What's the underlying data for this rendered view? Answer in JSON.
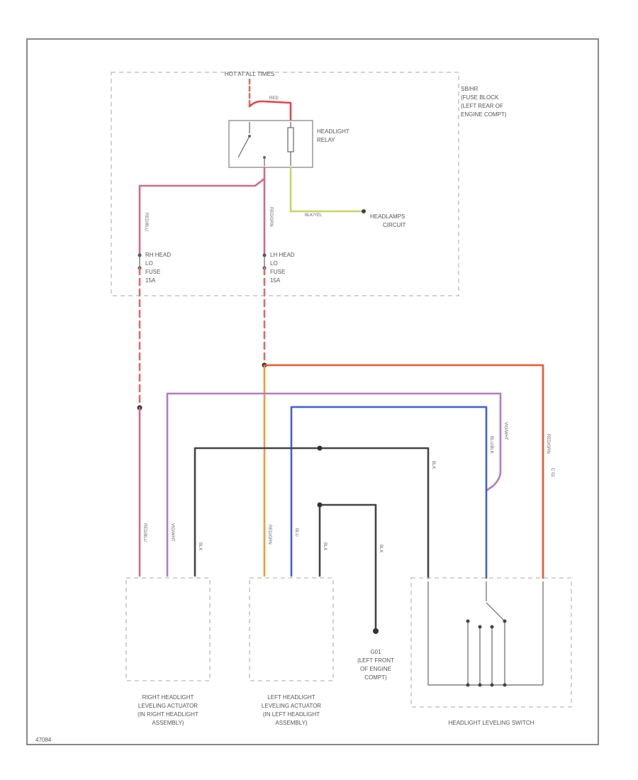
{
  "fuse_block": {
    "hot_label": "HOT AT ALL TIMES",
    "name_lines": [
      "SB/HR",
      "(FUSE BLOCK",
      "(LEFT REAR OF",
      "ENGINE COMPT)"
    ],
    "relay_label_lines": [
      "HEADLIGHT",
      "RELAY"
    ],
    "relay_wire": "RED",
    "rh_fuse_lines": [
      "RH HEAD",
      "LO",
      "FUSE",
      "15A"
    ],
    "lh_fuse_lines": [
      "LH HEAD",
      "LO",
      "FUSE",
      "15A"
    ],
    "headlamps_wire": "BLK/YEL",
    "headlamps_circuit_lines": [
      "HEADLAMPS",
      "CIRCUIT"
    ],
    "fuse_wire_labels": [
      "RED/BLU",
      "RED/GRN"
    ]
  },
  "ground": {
    "label_lines": [
      "G01",
      "(LEFT FRONT",
      "OF ENGINE",
      "COMPT)"
    ]
  },
  "splice_label": "C 02",
  "components": {
    "right_actuator_lines": [
      "RIGHT HEADLIGHT",
      "LEVELING ACTUATOR",
      "(IN RIGHT HEADLIGHT",
      "ASSEMBLY)"
    ],
    "left_actuator_lines": [
      "LEFT HEADLIGHT",
      "LEVELING ACTUATOR",
      "(IN LEFT HEADLIGHT",
      "ASSEMBLY)"
    ],
    "switch_label": "HEADLIGHT LEVELING SWITCH"
  },
  "connector_wire_labels": [
    "RED/BLU",
    "VIO/WHT",
    "BLK",
    "RED/GRN",
    "BLU",
    "BLK",
    "BLK",
    "BLK",
    "BLU/BLK",
    "VIO/WHT",
    "RED/GRN"
  ],
  "figure_id": "47084",
  "colors": {
    "red": "#e8434a",
    "red_dashed": "#e06a6a",
    "pink": "#d46a88",
    "orange_red": "#f2552d",
    "orange": "#f59a3a",
    "violet": "#b27bc4",
    "blue": "#3f5fe0",
    "black": "#444444",
    "yellow_green": "#c7d46a"
  }
}
